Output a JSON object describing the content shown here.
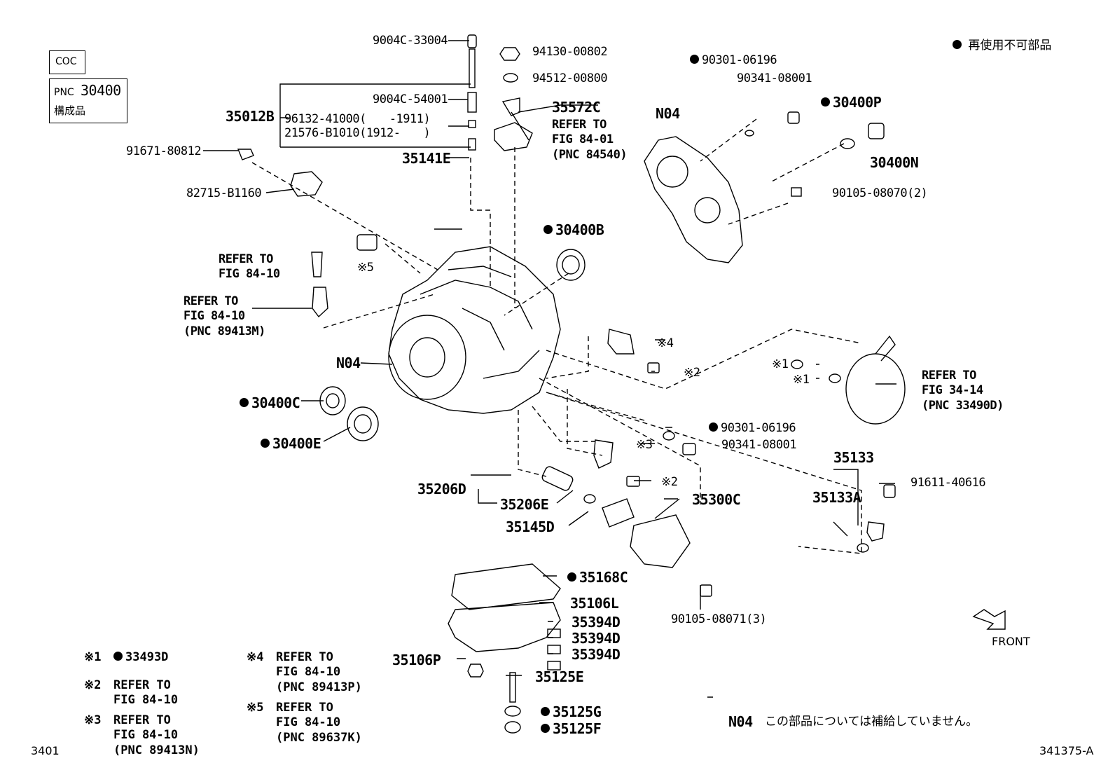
{
  "header": {
    "coc_label": "COC",
    "pnc_prefix": "PNC",
    "pnc_number": "30400",
    "components_label": "構成品",
    "non_reusable_note": "再使用不可部品"
  },
  "parts": {
    "p9004C_33004": "9004C-33004",
    "p94130_00802": "94130-00802",
    "p94512_00800": "94512-00800",
    "p9004C_54001": "9004C-54001",
    "p35572C": "35572C",
    "p35012B": "35012B",
    "p96132": "96132-41000(　　-1911)",
    "p21576": "21576-B1010(1912-　　)",
    "p91671": "91671-80812",
    "p35141E": "35141E",
    "p82715": "82715-B1160",
    "p90301_top": "90301-06196",
    "p90341_top": "90341-08001",
    "p30400P": "30400P",
    "pN04_top": "N04",
    "p30400N": "30400N",
    "p90105_08070": "90105-08070(2)",
    "p30400B": "30400B",
    "x5_top": "※5",
    "pN04_main": "N04",
    "x4": "※4",
    "x2_a": "※2",
    "x1_a": "※1",
    "x1_b": "※1",
    "p30400C": "30400C",
    "p30400E": "30400E",
    "p90301_mid": "90301-06196",
    "p90341_mid": "90341-08001",
    "x3": "※3",
    "p35133": "35133",
    "p91611": "91611-40616",
    "x2_b": "※2",
    "p35206D": "35206D",
    "p35300C": "35300C",
    "p35133A": "35133A",
    "p35206E": "35206E",
    "p35145D": "35145D",
    "p35168C": "35168C",
    "p35106L": "35106L",
    "p35394D_1": "35394D",
    "p35394D_2": "35394D",
    "p35394D_3": "35394D",
    "p90105_08071": "90105-08071(3)",
    "p35106P": "35106P",
    "p35125E": "35125E",
    "p35125G": "35125G",
    "p35125F": "35125F",
    "front_label": "FRONT"
  },
  "refers": {
    "r84_10_a": "REFER TO\nFIG 84-10",
    "r84_10_b": "REFER TO\nFIG 84-10\n(PNC 89413M)",
    "r84_01": "REFER TO\nFIG 84-01\n(PNC 84540)",
    "r34_14": "REFER TO\nFIG 34-14\n(PNC 33490D)"
  },
  "legend": {
    "l1_mark": "※1",
    "l1_text": "33493D",
    "l2_mark": "※2",
    "l2_text": "REFER TO\nFIG 84-10",
    "l3_mark": "※3",
    "l3_text": "REFER TO\nFIG 84-10\n(PNC 89413N)",
    "l4_mark": "※4",
    "l4_text": "REFER TO\nFIG 84-10\n(PNC 89413P)",
    "l5_mark": "※5",
    "l5_text": "REFER TO\nFIG 84-10\n(PNC 89637K)"
  },
  "footer": {
    "n04_code": "N04",
    "n04_note": "この部品については補給していません。",
    "page_code": "3401",
    "figure_code": "341375-A"
  }
}
